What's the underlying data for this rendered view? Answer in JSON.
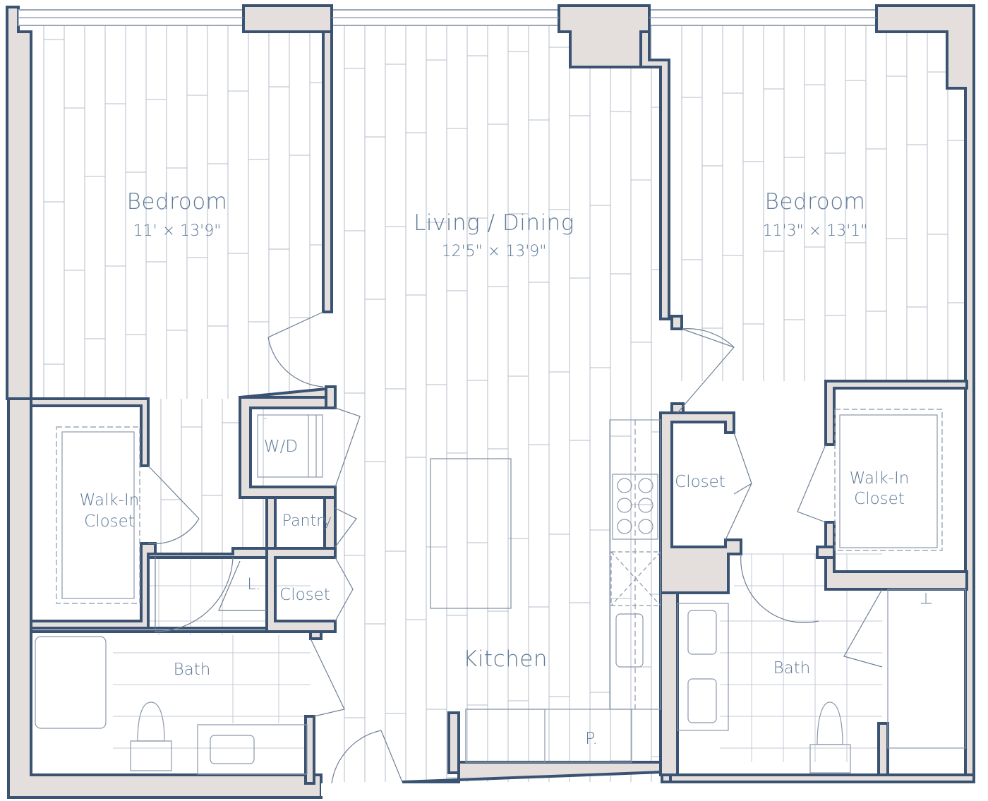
{
  "floorplan": {
    "rooms": {
      "bedroom_left": {
        "name": "Bedroom",
        "dimensions": "11' × 13'9\""
      },
      "living_dining": {
        "name": "Living / Dining",
        "dimensions": "12'5\" × 13'9\""
      },
      "bedroom_right": {
        "name": "Bedroom",
        "dimensions": "11'3\" × 13'1\""
      },
      "walkin_left": {
        "line1": "Walk-In",
        "line2": "Closet"
      },
      "walkin_right": {
        "line1": "Walk-In",
        "line2": "Closet"
      },
      "washer_dryer": "W/D",
      "pantry": "Pantry",
      "linen": "L.",
      "closet_hall": "Closet",
      "closet_right": "Closet",
      "kitchen": "Kitchen",
      "kitchen_pantry": "P.",
      "bath_left": "Bath",
      "bath_right": "Bath"
    },
    "colors": {
      "wall_fill": "#e4dfdc",
      "wall_stroke": "#3a5372",
      "floor_lines": "#a9b3c2",
      "label": "#5f7a98"
    }
  }
}
